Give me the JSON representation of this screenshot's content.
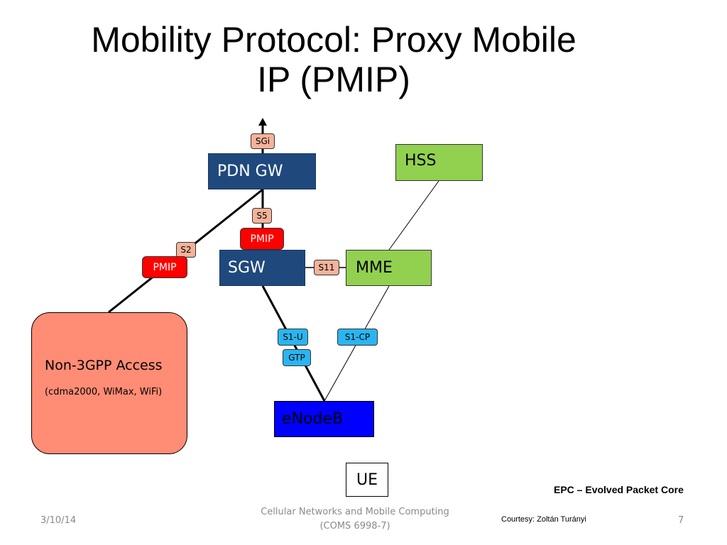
{
  "title_line1": "Mobility Protocol: Proxy Mobile",
  "title_line2": "IP (PMIP)",
  "nodes": {
    "pdn_gw": "PDN GW",
    "sgw": "SGW",
    "hss": "HSS",
    "mme": "MME",
    "enodeb": "eNodeB",
    "ue": "UE",
    "non3gpp_name": "Non-3GPP Access",
    "non3gpp_sub": "(cdma2000, WiMax, WiFi)"
  },
  "interfaces": {
    "sgi": "SGi",
    "s5": "S5",
    "pmip_s5": "PMIP",
    "s2": "S2",
    "pmip_s2": "PMIP",
    "s11": "S11",
    "s1u": "S1-U",
    "gtp": "GTP",
    "s1cp": "S1-CP"
  },
  "colors": {
    "gateway": "#1f497d",
    "hss_mme": "#92d050",
    "enodeb": "#0000ff",
    "access": "#ff8c75",
    "pmip": "#ff0000",
    "interface_tag": "#f4b39a",
    "s1_tag": "#2ab5f0"
  },
  "legend": "EPC – Evolved Packet Core",
  "footer": {
    "date": "3/10/14",
    "course_line1": "Cellular Networks and Mobile Computing",
    "course_line2": "(COMS 6998-7)",
    "courtesy": "Courtesy: Zoltán Turányi",
    "page": "7"
  }
}
